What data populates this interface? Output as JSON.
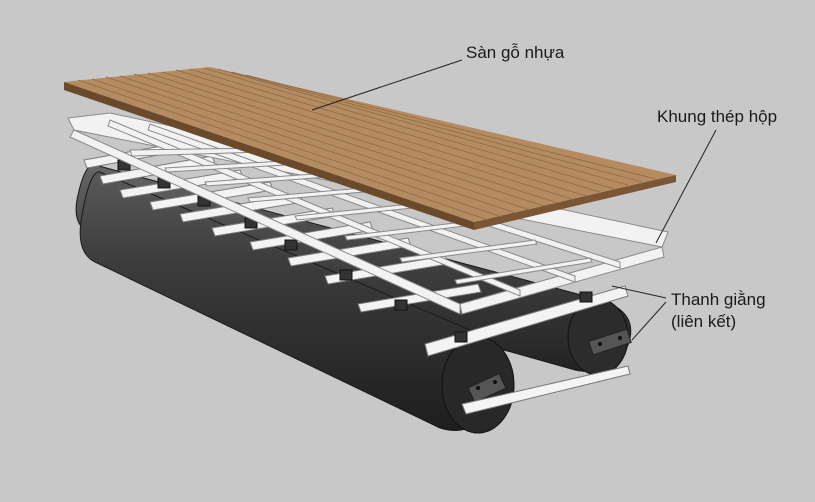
{
  "labels": {
    "deck": "Sàn gỗ nhựa",
    "frame": "Khung thép hộp",
    "brace_line1": "Thanh giằng",
    "brace_line2": "(liên kết)"
  },
  "colors": {
    "background": "#c8c8c8",
    "deck_top": "#b58c62",
    "deck_edge": "#6b4a2c",
    "steel_frame": "#f2f2f2",
    "steel_edge": "#8a8a8a",
    "float_pipe": "#3a3a3a",
    "leader_line": "#222222"
  },
  "components": [
    "wpc-deck-panel",
    "steel-box-frame",
    "cross-beams",
    "float-pipes",
    "tie-bars"
  ]
}
